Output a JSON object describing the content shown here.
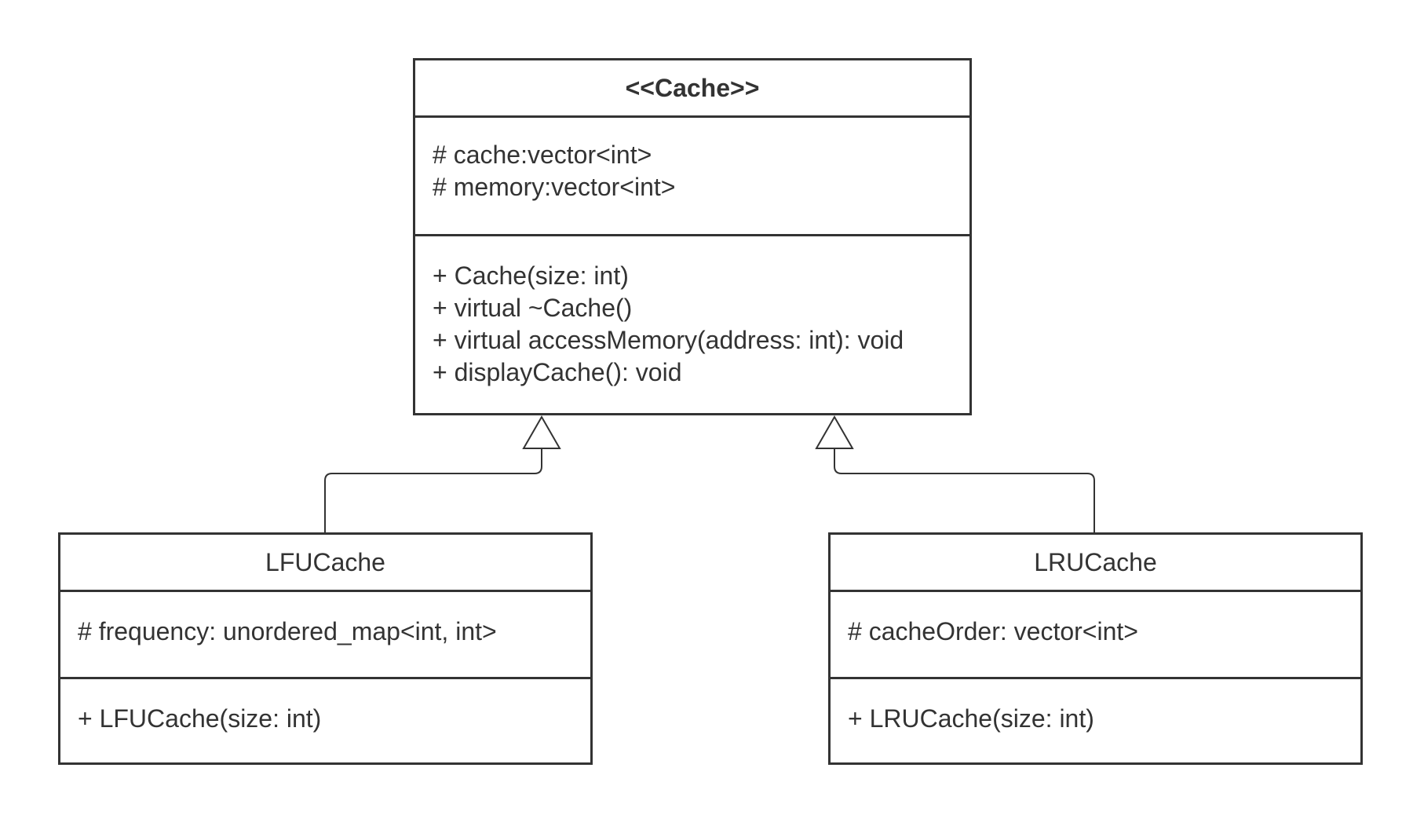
{
  "classes": {
    "cache": {
      "name": "<<Cache>>",
      "attributes": [
        "# cache:vector<int>",
        "# memory:vector<int>"
      ],
      "methods": [
        "+ Cache(size: int)",
        "+ virtual ~Cache()",
        "+ virtual accessMemory(address: int): void",
        "+ displayCache(): void"
      ]
    },
    "lfu": {
      "name": "LFUCache",
      "attributes": [
        "# frequency: unordered_map<int, int>"
      ],
      "methods": [
        "+ LFUCache(size: int)"
      ]
    },
    "lru": {
      "name": "LRUCache",
      "attributes": [
        "# cacheOrder: vector<int>"
      ],
      "methods": [
        "+ LRUCache(size: int)"
      ]
    }
  },
  "relationships": [
    {
      "type": "inheritance",
      "from": "LFUCache",
      "to": "<<Cache>>"
    },
    {
      "type": "inheritance",
      "from": "LRUCache",
      "to": "<<Cache>>"
    }
  ],
  "colors": {
    "stroke": "#333333",
    "background": "#ffffff"
  }
}
